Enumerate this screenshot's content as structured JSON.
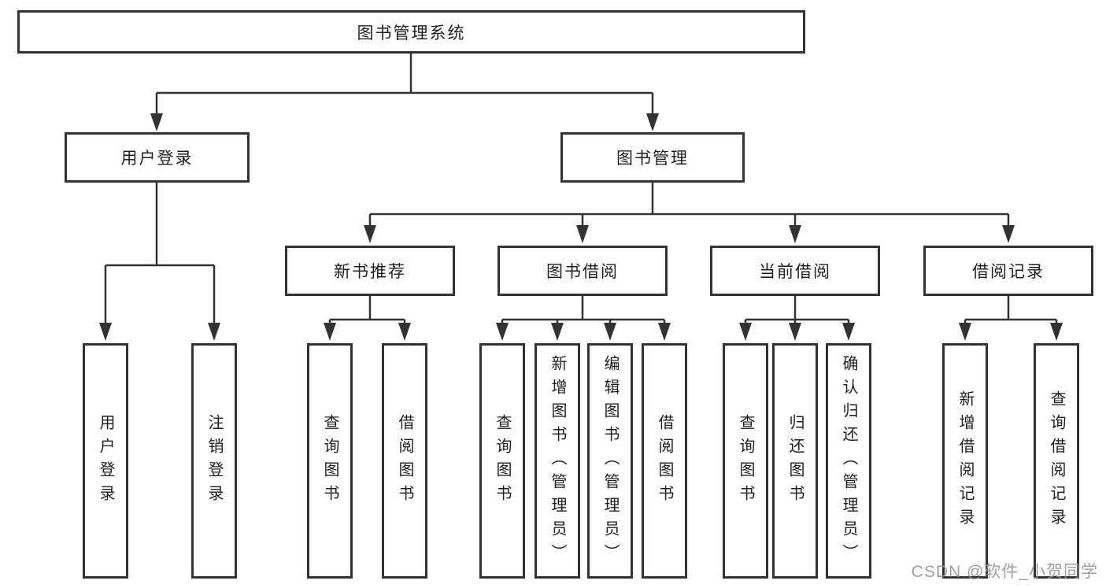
{
  "diagram": {
    "root": {
      "label": "图书管理系统"
    },
    "login": {
      "label": "用户登录",
      "children": [
        {
          "label": "用户登录"
        },
        {
          "label": "注销登录"
        }
      ]
    },
    "management": {
      "label": "图书管理",
      "groups": [
        {
          "label": "新书推荐",
          "children": [
            {
              "label": "查询图书"
            },
            {
              "label": "借阅图书"
            }
          ]
        },
        {
          "label": "图书借阅",
          "children": [
            {
              "label": "查询图书"
            },
            {
              "label": "新增图书（管理员）"
            },
            {
              "label": "编辑图书（管理员）"
            },
            {
              "label": "借阅图书"
            }
          ]
        },
        {
          "label": "当前借阅",
          "children": [
            {
              "label": "查询图书"
            },
            {
              "label": "归还图书"
            },
            {
              "label": "确认归还（管理员）"
            }
          ]
        },
        {
          "label": "借阅记录",
          "children": [
            {
              "label": "新增借阅记录"
            },
            {
              "label": "查询借阅记录"
            }
          ]
        }
      ]
    },
    "watermark": "CSDN @软件_小贺同学",
    "colors": {
      "line": "#333333",
      "box_border": "#333333",
      "box_background": "#ffffff",
      "text": "#1f1f1f",
      "watermark": "#949494"
    }
  }
}
